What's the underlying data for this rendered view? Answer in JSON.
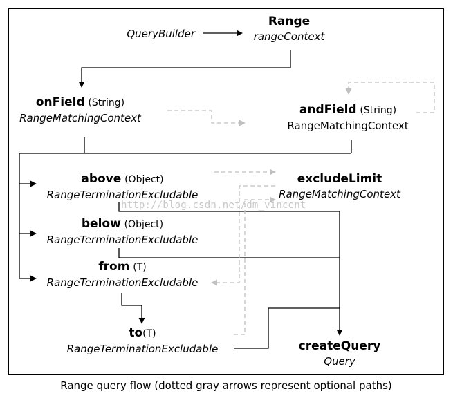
{
  "nodes": {
    "query_builder": {
      "method": "",
      "arg": "",
      "type": "QueryBuilder"
    },
    "range": {
      "method": "Range",
      "arg": "",
      "type": "rangeContext"
    },
    "on_field": {
      "method": "onField",
      "arg": "(String)",
      "type": "RangeMatchingContext"
    },
    "and_field": {
      "method": "andField",
      "arg": "(String)",
      "type": "RangeMatchingContext"
    },
    "above": {
      "method": "above",
      "arg": "(Object)",
      "type": "RangeTerminationExcludable"
    },
    "exclude_limit": {
      "method": "excludeLimit",
      "arg": "",
      "type": "RangeMatchingContext"
    },
    "below": {
      "method": "below",
      "arg": "(Object)",
      "type": "RangeTerminationExcludable"
    },
    "from": {
      "method": "from",
      "arg": "(T)",
      "type": "RangeTerminationExcludable"
    },
    "to": {
      "method": "to",
      "arg": "(T)",
      "type": "RangeTerminationExcludable"
    },
    "create_query": {
      "method": "createQuery",
      "arg": "",
      "type": "Query"
    }
  },
  "watermark": "http://blog.csdn.net/dm_vincent",
  "caption": "Range query flow (dotted gray arrows represent optional paths)",
  "colors": {
    "solid": "#000000",
    "optional": "#c0c0c0"
  }
}
